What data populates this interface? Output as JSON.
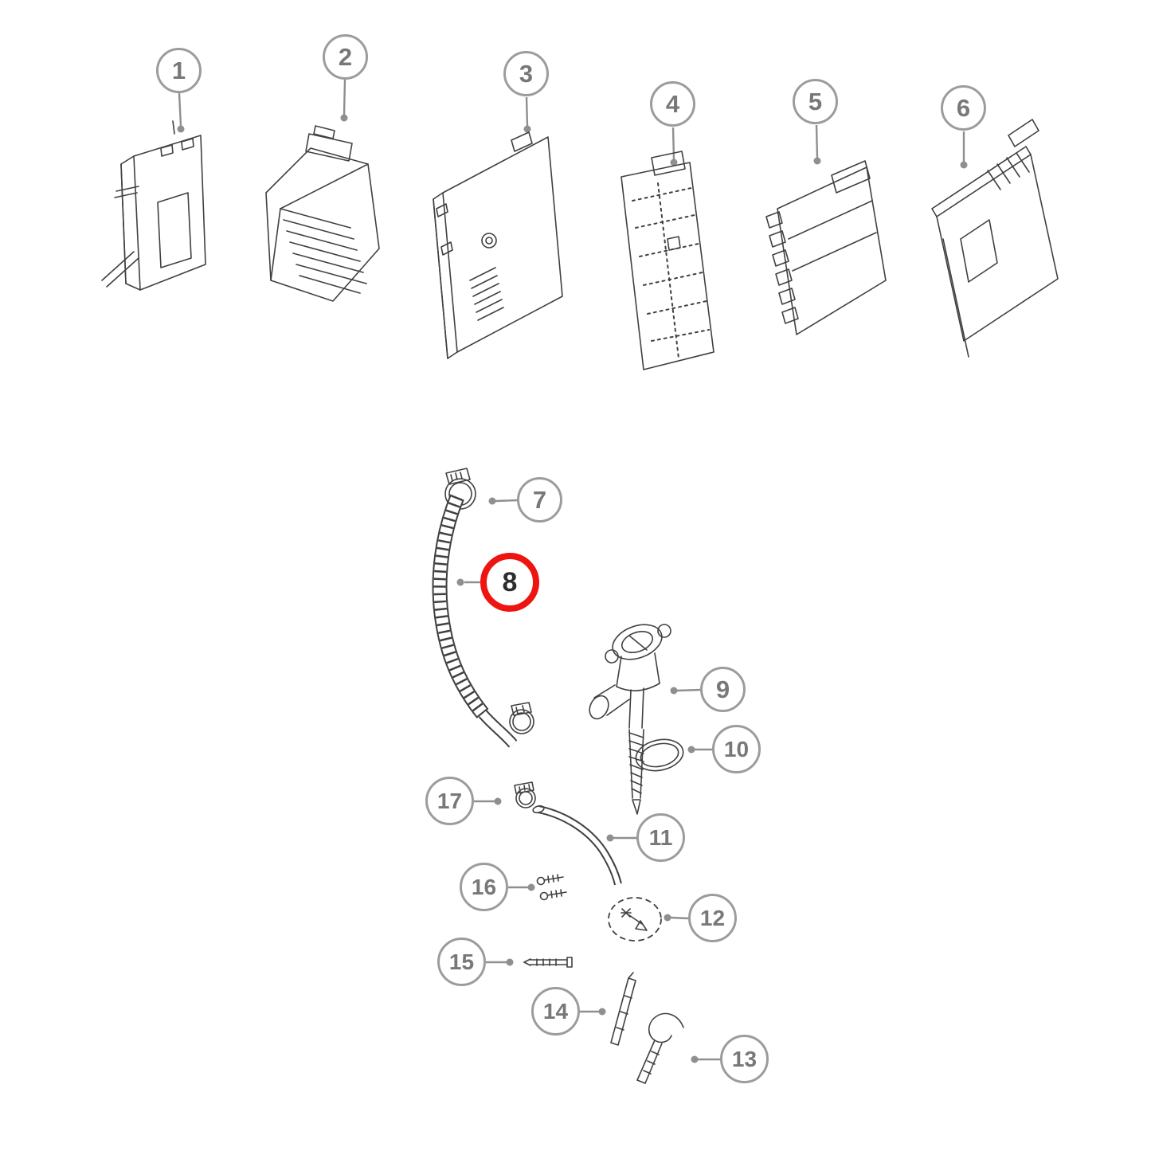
{
  "diagram": {
    "type": "exploded-parts-diagram",
    "background_color": "#ffffff",
    "style": {
      "callout_border_color": "#9c9c9c",
      "callout_text_color": "#787878",
      "leader_line_color": "#8f8f8f",
      "part_line_color": "#404040",
      "highlight_ring_color": "#ee1410"
    },
    "callouts": [
      {
        "number": "1",
        "part": "electronic-module-cover"
      },
      {
        "number": "2",
        "part": "ribbed-control-module"
      },
      {
        "number": "3",
        "part": "main-control-panel"
      },
      {
        "number": "4",
        "part": "printed-circuit-board"
      },
      {
        "number": "5",
        "part": "power-board-module"
      },
      {
        "number": "6",
        "part": "module-housing-cover"
      },
      {
        "number": "7",
        "part": "hose-clamp-large"
      },
      {
        "number": "8",
        "part": "corrugated-drain-hose",
        "highlighted": true
      },
      {
        "number": "9",
        "part": "valve-assembly"
      },
      {
        "number": "10",
        "part": "seal-ring-loop"
      },
      {
        "number": "11",
        "part": "curved-tube"
      },
      {
        "number": "12",
        "part": "fastener-kit-dashed"
      },
      {
        "number": "13",
        "part": "hook-clip"
      },
      {
        "number": "14",
        "part": "mounting-strip"
      },
      {
        "number": "15",
        "part": "long-screw"
      },
      {
        "number": "16",
        "part": "screw-pair"
      },
      {
        "number": "17",
        "part": "hose-clamp-small"
      }
    ]
  }
}
